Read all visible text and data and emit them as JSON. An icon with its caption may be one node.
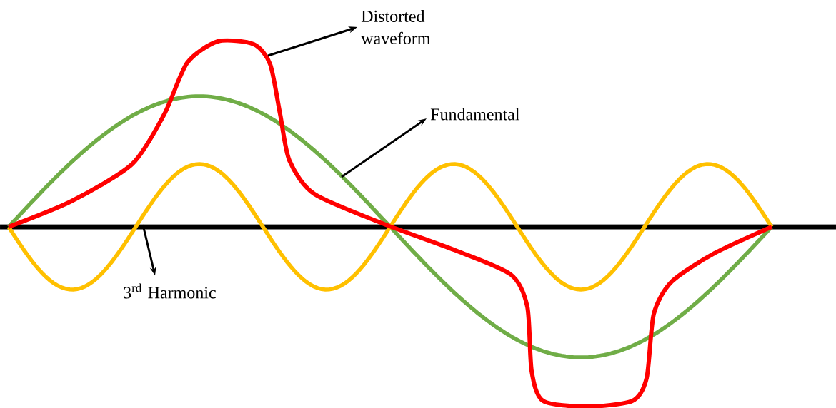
{
  "diagram": {
    "nodes": [
      {
        "text": [
          "Distorted waveform"
        ]
      },
      {
        "text": [
          "Fundamental"
        ]
      },
      {
        "text": [
          "3$^{rd}$ Harmonic"
        ]
      }
    ],
    "edges": [
      {
        "from": null,
        "to": 0,
        "arrow": "to"
      },
      {
        "from": null,
        "to": 1,
        "arrow": "to"
      },
      {
        "from": null,
        "to": 2,
        "arrow": "to"
      }
    ]
  }
}
